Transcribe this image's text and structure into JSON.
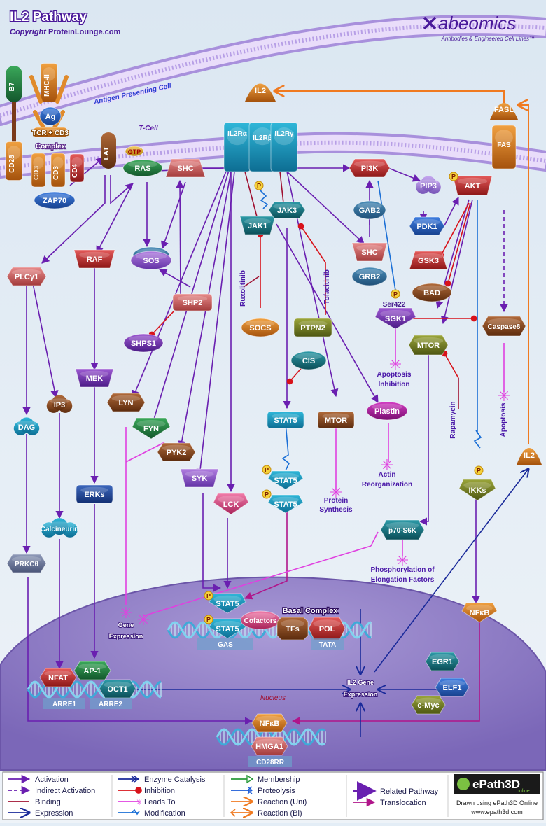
{
  "header": {
    "title": "IL2 Pathway",
    "copyright_prefix": "Copyright ",
    "copyright_site": "ProteinLounge.com",
    "brand": "abeomics",
    "brand_tagline": "Antibodies & Engineered Cell Lines™"
  },
  "regions": {
    "apc": "Antigen Presenting Cell",
    "tcell": "T-Cell",
    "nucleus": "Nucleus"
  },
  "nodes": {
    "b7": "B7",
    "mhc2": "MHC-II",
    "ag": "Ag",
    "tcr": "TCR + CD3",
    "complex": "Complex",
    "cd28": "CD28",
    "cd3a": "CD3",
    "cd3b": "CD3",
    "cd4": "CD4",
    "zap70": "ZAP70",
    "lat": "LAT",
    "gtp": "GTP",
    "ras": "RAS",
    "shc1": "SHC",
    "il2": "IL2",
    "il2ra": "IL2Rα",
    "il2rb": "IL2Rβ",
    "il2rg": "IL2Rγ",
    "pi3k": "PI3K",
    "pip3": "PIP3",
    "akt": "AKT",
    "fasl": "FASL",
    "fas": "FAS",
    "grb2a": "GRB2",
    "sos": "SOS",
    "raf": "RAF",
    "plcg1": "PLCγ1",
    "shp2": "SHP2",
    "shps1": "SHPS1",
    "jak1": "JAK1",
    "jak3": "JAK3",
    "gab2": "GAB2",
    "shc2": "SHC",
    "grb2b": "GRB2",
    "pdk1": "PDK1",
    "gsk3": "GSK3",
    "bad": "BAD",
    "ser422": "Ser422",
    "sgk1": "SGK1",
    "caspase8": "Caspase8",
    "socs": "SOCS",
    "ptpn2": "PTPN2",
    "cis": "CIS",
    "mtor1": "MTOR",
    "mtor2": "MTOR",
    "mek": "MEK",
    "ip3": "IP3",
    "lyn": "LYN",
    "fyn": "FYN",
    "dag": "DAG",
    "pyk2": "PYK2",
    "stat5a": "STAT5",
    "plastin": "Plastin",
    "stat5b": "STAT5",
    "stat5c": "STAT5",
    "syk": "SYK",
    "lck": "LCK",
    "erks": "ERKs",
    "calcineurin": "Calcineurin",
    "ikks": "IKKs",
    "il2b": "IL2",
    "p70s6k": "p70-S6K",
    "prkc": "PRKCθ",
    "stat5d": "STAT5",
    "stat5e": "STAT5",
    "cofactors": "Cofactors",
    "tfs": "TFs",
    "pol": "POL",
    "basal": "Basal Complex",
    "gas": "GAS",
    "tata": "TATA",
    "nfkb1": "NFκB",
    "nfat": "NFAT",
    "ap1": "AP-1",
    "oct1": "OCT1",
    "arre1": "ARRE1",
    "arre2": "ARRE2",
    "egr1": "EGR1",
    "elf1": "ELF1",
    "cmyc": "c-Myc",
    "nfkb2": "NFκB",
    "hmga1": "HMGA1",
    "cd28rr": "CD28RR",
    "p": "P"
  },
  "labels": {
    "ruxolitinib": "Ruxolitinib",
    "tofacitinib": "Tofacitinib",
    "rapamycin": "Rapamycin",
    "apoptosis_inhibition_1": "Apoptosis",
    "apoptosis_inhibition_2": "Inhibition",
    "apoptosis": "Apoptosis",
    "protein_synthesis_1": "Protein",
    "protein_synthesis_2": "Synthesis",
    "actin_reorg_1": "Actin",
    "actin_reorg_2": "Reorganization",
    "phospho_1": "Phosphorylation of",
    "phospho_2": "Elongation Factors",
    "gene_expr_1": "Gene",
    "gene_expr_2": "Expression",
    "il2_gene_1": "IL2 Gene",
    "il2_gene_2": "Expression"
  },
  "legend": {
    "col1": [
      "Activation",
      "Indirect Activation",
      "Binding",
      "Expression"
    ],
    "col2": [
      "Enzyme Catalysis",
      "Inhibition",
      "Leads To",
      "Modification"
    ],
    "col3": [
      "Membership",
      "Proteolysis",
      "Reaction (Uni)",
      "Reaction (Bi)"
    ],
    "col4": [
      "Related Pathway",
      "Translocation"
    ],
    "epath_brand": "ePath3D",
    "epath_sub": "online",
    "drawn_using": "Drawn using ePath3D Online",
    "url": "www.epath3d.com"
  },
  "colors": {
    "activation": "#6a1fb0",
    "inhibition": "#d8121a",
    "leads_to": "#e040e0",
    "modification": "#1a6fd6",
    "expression": "#1a2a9a",
    "translocation": "#b0158a",
    "reaction": "#f07a20",
    "membrane": "#b08ae0",
    "nucleus": "#8f7cc4"
  }
}
